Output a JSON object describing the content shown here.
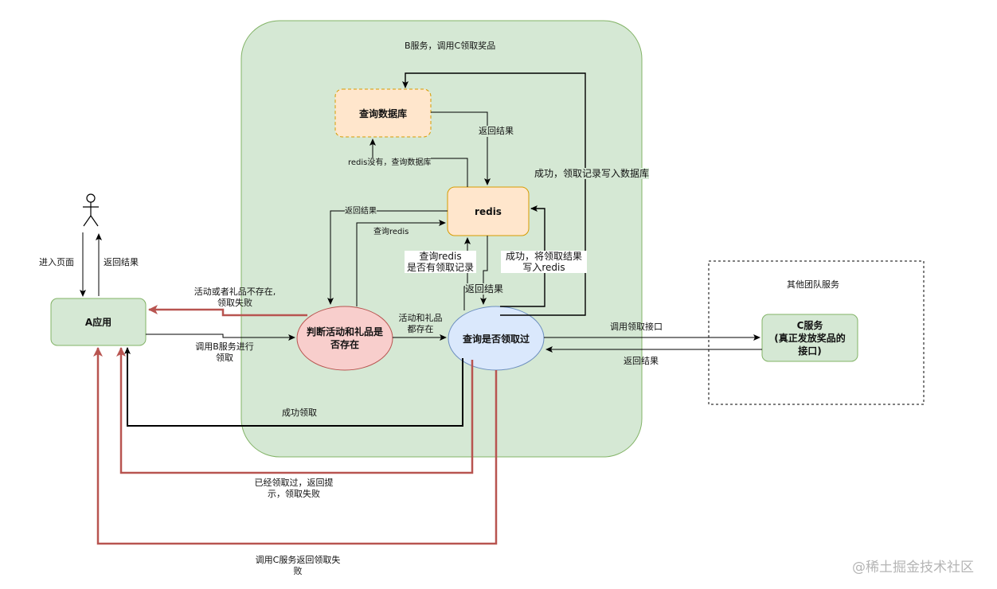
{
  "containers": {
    "b_service_title": "B服务，调用C领取奖品",
    "other_team_title": "其他团队服务"
  },
  "nodes": {
    "a_app": "A应用",
    "query_db": "查询数据库",
    "redis": "redis",
    "judge": "判断活动和礼品是\n否存在",
    "check_claimed": "查询是否领取过",
    "c_service": "C服务\n(真正发放奖品的\n接口)"
  },
  "edges": {
    "enter_page": "进入页面",
    "return_result_user": "返回结果",
    "activity_not_exist": "活动或者礼品不存在,\n领取失败",
    "call_b": "调用B服务进行\n领取",
    "both_exist": "活动和礼品\n都存在",
    "return_result_redis": "返回结果",
    "query_redis": "查询redis",
    "redis_no_query_db": "redis没有，查询数据库",
    "db_return_result": "返回结果",
    "success_write_db": "成功，领取记录写入数据库",
    "query_redis_record": "查询redis\n是否有领取记录",
    "return_result_check": "返回结果",
    "success_write_redis": "成功，将领取结果\n写入redis",
    "call_claim_api": "调用领取接口",
    "c_return_result": "返回结果",
    "success_claim": "成功领取",
    "already_claimed": "已经领取过，返回提\n示，领取失败",
    "c_failed": "调用C服务返回领取失\n败"
  },
  "watermark": "@稀土掘金技术社区",
  "colors": {
    "green_fill": "#d5e8d4",
    "green_stroke": "#82b366",
    "orange_fill": "#ffe6cc",
    "orange_stroke": "#d79b00",
    "red_fill": "#f8cecc",
    "red_stroke": "#b85450",
    "blue_fill": "#dae8fc",
    "blue_stroke": "#6c8ebf",
    "fail_arrow": "#b85450"
  }
}
